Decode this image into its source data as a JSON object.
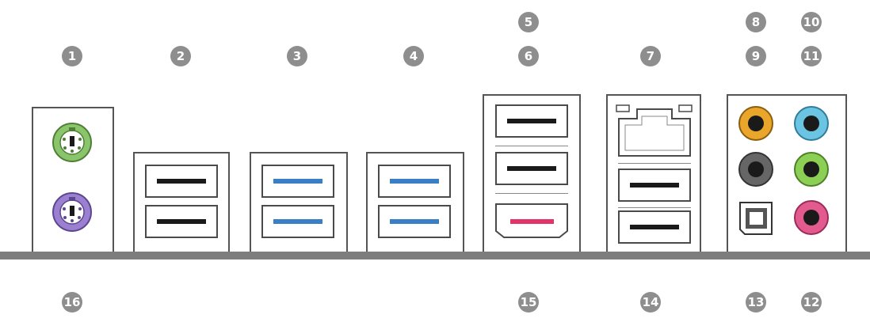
{
  "callouts": [
    {
      "id": "1",
      "label": "1"
    },
    {
      "id": "2",
      "label": "2"
    },
    {
      "id": "3",
      "label": "3"
    },
    {
      "id": "4",
      "label": "4"
    },
    {
      "id": "5",
      "label": "5"
    },
    {
      "id": "6",
      "label": "6"
    },
    {
      "id": "7",
      "label": "7"
    },
    {
      "id": "8",
      "label": "8"
    },
    {
      "id": "9",
      "label": "9"
    },
    {
      "id": "10",
      "label": "10"
    },
    {
      "id": "11",
      "label": "11"
    },
    {
      "id": "12",
      "label": "12"
    },
    {
      "id": "13",
      "label": "13"
    },
    {
      "id": "14",
      "label": "14"
    },
    {
      "id": "15",
      "label": "15"
    },
    {
      "id": "16",
      "label": "16"
    }
  ],
  "colors": {
    "callout_bg": "#8e8e8e",
    "usb2_slot": "#1a1a1a",
    "usb3_slot": "#3a7fc4",
    "esata_slot": "#e2336b",
    "ps2_mouse": "#8bc56b",
    "ps2_keyboard": "#9b7fd0",
    "audio_orange": "#e9a62a",
    "audio_lightblue": "#6cc4e3",
    "audio_gray": "#666666",
    "audio_green": "#8ccf55",
    "audio_pink": "#e35a8f"
  }
}
